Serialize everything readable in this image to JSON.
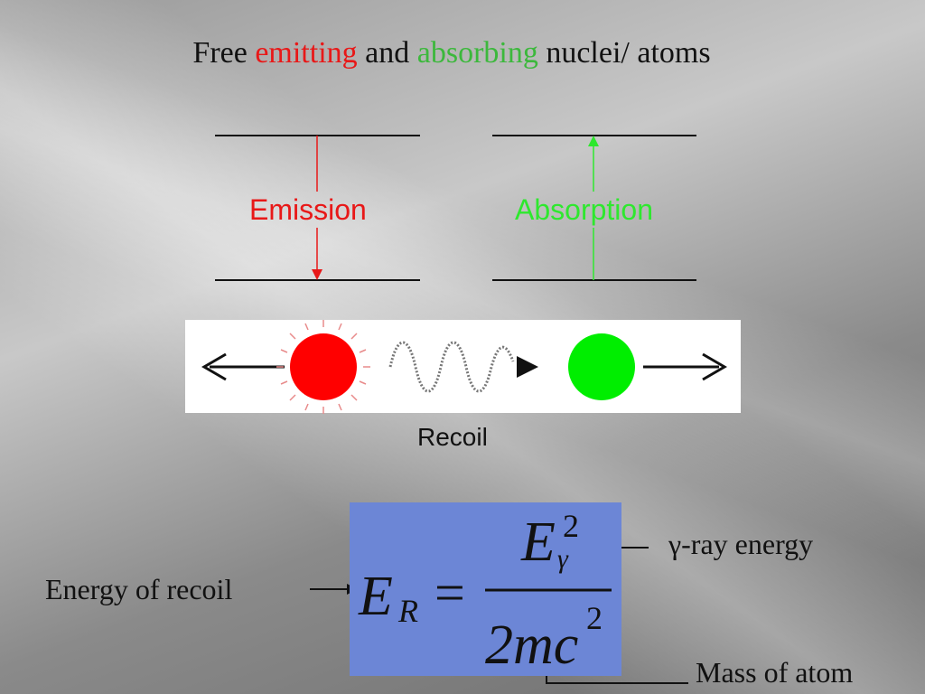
{
  "title": {
    "part1": "Free ",
    "emitting": "emitting",
    "part2": " and ",
    "absorbing": "absorbing",
    "part3": " nuclei/ atoms"
  },
  "diagram": {
    "emission_label": "Emission",
    "absorption_label": "Absorption",
    "recoil_label": "Recoil"
  },
  "formula": {
    "lhs_E": "E",
    "lhs_sub": "R",
    "equals": "=",
    "num_E": "E",
    "num_sub": "γ",
    "num_sup": "2",
    "den": "2mc",
    "den_sup": "2"
  },
  "annotations": {
    "energy_of_recoil": "Energy of recoil",
    "gamma_ray_energy": "γ-ray energy",
    "mass_of_atom": "Mass of atom"
  },
  "colors": {
    "emission": "#e81818",
    "absorption": "#2ee82e",
    "formula_box": "#6c86d6"
  }
}
